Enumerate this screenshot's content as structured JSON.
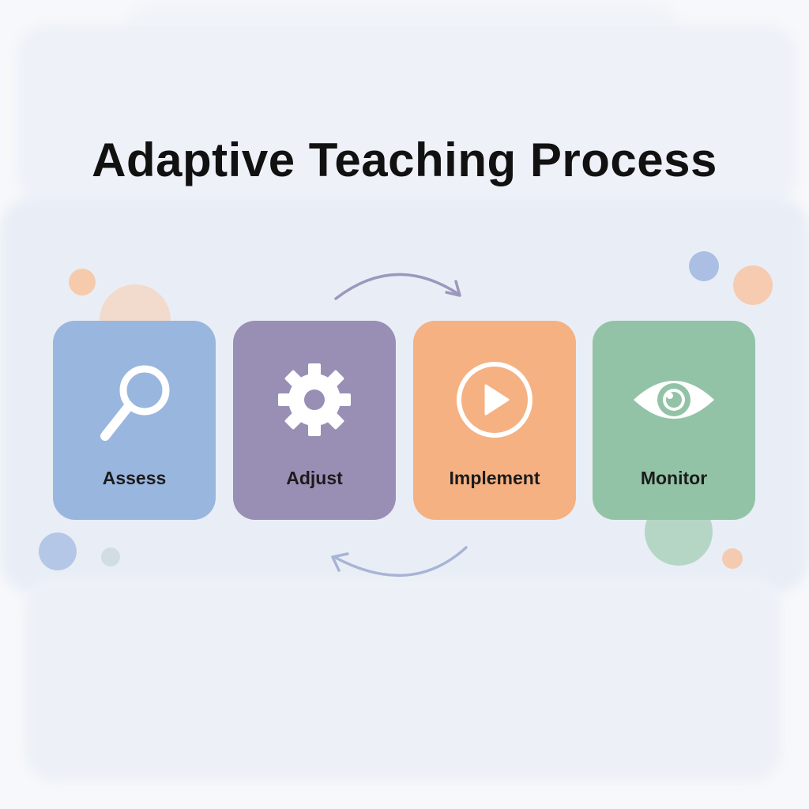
{
  "title": "Adaptive Teaching Process",
  "steps": [
    {
      "label": "Assess",
      "icon": "magnifier-icon",
      "color": "#99b6de"
    },
    {
      "label": "Adjust",
      "icon": "gear-icon",
      "color": "#998fb5"
    },
    {
      "label": "Implement",
      "icon": "play-icon",
      "color": "#f5b182"
    },
    {
      "label": "Monitor",
      "icon": "eye-icon",
      "color": "#93c3a7"
    }
  ],
  "colors": {
    "background": "#f7f8fb",
    "arrow": "#9aa3c8",
    "title": "#111111"
  }
}
